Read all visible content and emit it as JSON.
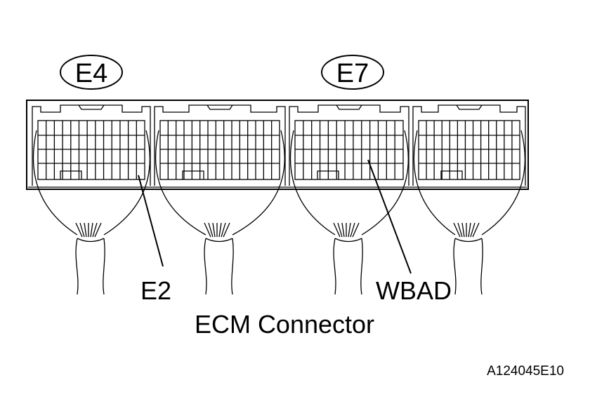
{
  "connectors": [
    {
      "id": "E4"
    },
    {
      "id": "E7"
    }
  ],
  "callouts": {
    "left": "E2",
    "right": "WBAD"
  },
  "caption": "ECM Connector",
  "figure_code": "A124045E10",
  "colors": {
    "ink": "#000000",
    "paper": "#ffffff"
  }
}
